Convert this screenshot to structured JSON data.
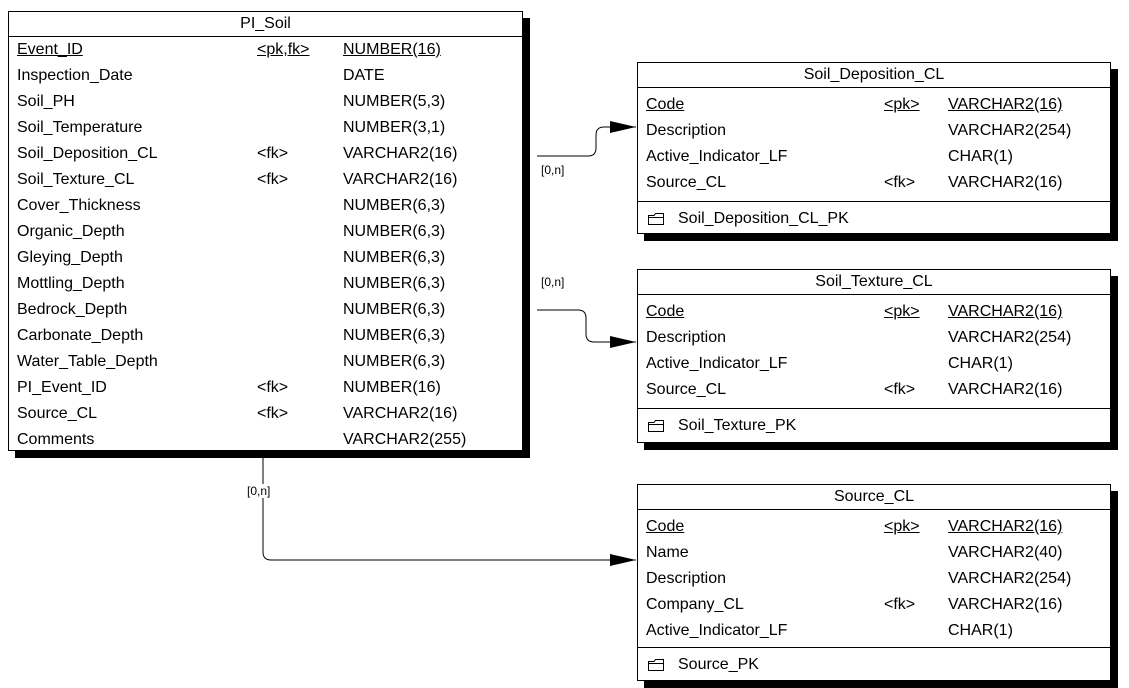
{
  "cardinality": {
    "deposition": "[0,n]",
    "texture": "[0,n]",
    "source": "[0,n]"
  },
  "pi_soil": {
    "title": "PI_Soil",
    "rows": [
      {
        "name": "Event_ID",
        "key": "<pk,fk>",
        "type": "NUMBER(16)"
      },
      {
        "name": "Inspection_Date",
        "key": "",
        "type": "DATE"
      },
      {
        "name": "Soil_PH",
        "key": "",
        "type": "NUMBER(5,3)"
      },
      {
        "name": "Soil_Temperature",
        "key": "",
        "type": "NUMBER(3,1)"
      },
      {
        "name": "Soil_Deposition_CL",
        "key": "<fk>",
        "type": "VARCHAR2(16)"
      },
      {
        "name": "Soil_Texture_CL",
        "key": "<fk>",
        "type": "VARCHAR2(16)"
      },
      {
        "name": "Cover_Thickness",
        "key": "",
        "type": "NUMBER(6,3)"
      },
      {
        "name": "Organic_Depth",
        "key": "",
        "type": "NUMBER(6,3)"
      },
      {
        "name": "Gleying_Depth",
        "key": "",
        "type": "NUMBER(6,3)"
      },
      {
        "name": "Mottling_Depth",
        "key": "",
        "type": "NUMBER(6,3)"
      },
      {
        "name": "Bedrock_Depth",
        "key": "",
        "type": "NUMBER(6,3)"
      },
      {
        "name": "Carbonate_Depth",
        "key": "",
        "type": "NUMBER(6,3)"
      },
      {
        "name": "Water_Table_Depth",
        "key": "",
        "type": "NUMBER(6,3)"
      },
      {
        "name": "PI_Event_ID",
        "key": "<fk>",
        "type": "NUMBER(16)"
      },
      {
        "name": "Source_CL",
        "key": "<fk>",
        "type": "VARCHAR2(16)"
      },
      {
        "name": "Comments",
        "key": "",
        "type": "VARCHAR2(255)"
      }
    ]
  },
  "soil_deposition_cl": {
    "title": "Soil_Deposition_CL",
    "rows": [
      {
        "name": "Code",
        "key": "<pk>",
        "type": "VARCHAR2(16)"
      },
      {
        "name": "Description",
        "key": "",
        "type": "VARCHAR2(254)"
      },
      {
        "name": "Active_Indicator_LF",
        "key": "",
        "type": "CHAR(1)"
      },
      {
        "name": "Source_CL",
        "key": "<fk>",
        "type": "VARCHAR2(16)"
      }
    ],
    "key_name": "Soil_Deposition_CL_PK"
  },
  "soil_texture_cl": {
    "title": "Soil_Texture_CL",
    "rows": [
      {
        "name": "Code",
        "key": "<pk>",
        "type": "VARCHAR2(16)"
      },
      {
        "name": "Description",
        "key": "",
        "type": "VARCHAR2(254)"
      },
      {
        "name": "Active_Indicator_LF",
        "key": "",
        "type": "CHAR(1)"
      },
      {
        "name": "Source_CL",
        "key": "<fk>",
        "type": "VARCHAR2(16)"
      }
    ],
    "key_name": "Soil_Texture_PK"
  },
  "source_cl": {
    "title": "Source_CL",
    "rows": [
      {
        "name": "Code",
        "key": "<pk>",
        "type": "VARCHAR2(16)"
      },
      {
        "name": "Name",
        "key": "",
        "type": "VARCHAR2(40)"
      },
      {
        "name": "Description",
        "key": "",
        "type": "VARCHAR2(254)"
      },
      {
        "name": "Company_CL",
        "key": "<fk>",
        "type": "VARCHAR2(16)"
      },
      {
        "name": "Active_Indicator_LF",
        "key": "",
        "type": "CHAR(1)"
      }
    ],
    "key_name": "Source_PK"
  }
}
